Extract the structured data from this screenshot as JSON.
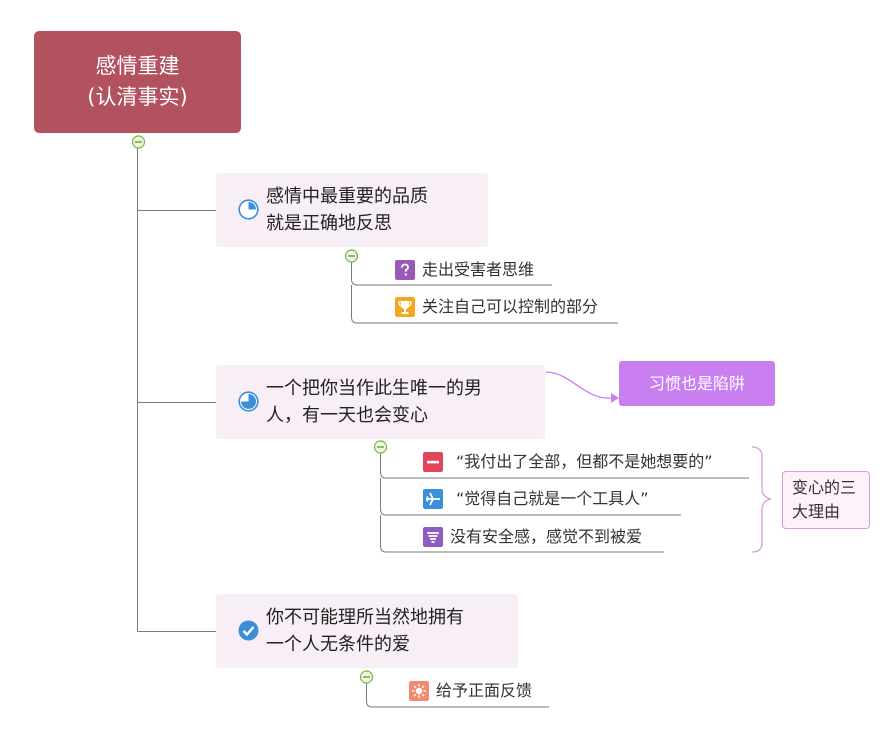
{
  "root": {
    "line1": "感情重建",
    "line2": "(认清事实)"
  },
  "topics": [
    {
      "line1": "感情中最重要的品质",
      "line2": "就是正确地反思",
      "icon": "progress-quarter-icon",
      "children": [
        {
          "label": "走出受害者思维",
          "icon": "question-icon",
          "color": "#9b59b6"
        },
        {
          "label": "关注自己可以控制的部分",
          "icon": "trophy-icon",
          "color": "#f5a623"
        }
      ]
    },
    {
      "line1": "一个把你当作此生唯一的男",
      "line2": "人，有一天也会变心",
      "icon": "progress-three-quarter-icon",
      "floating": "习惯也是陷阱",
      "children": [
        {
          "label": "“我付出了全部，但都不是她想要的”",
          "icon": "minus-icon",
          "color": "#e0455a"
        },
        {
          "label": "“觉得自己就是一个工具人”",
          "icon": "airplane-icon",
          "color": "#3b8fd8"
        },
        {
          "label": "没有安全感，感觉不到被爱",
          "icon": "tornado-icon",
          "color": "#8e5bc0"
        }
      ],
      "summary": {
        "line1": "变心的三",
        "line2": "大理由"
      }
    },
    {
      "line1": "你不可能理所当然地拥有",
      "line2": "一个人无条件的爱",
      "icon": "check-circle-icon",
      "children": [
        {
          "label": "给予正面反馈",
          "icon": "sun-icon",
          "color": "#f08a72"
        }
      ]
    }
  ],
  "colors": {
    "root": "#b3525f",
    "topic_bg": "#f8eef5",
    "floating": "#c97ff0",
    "line": "#7a7a7a",
    "collapse": "#7cb342"
  }
}
